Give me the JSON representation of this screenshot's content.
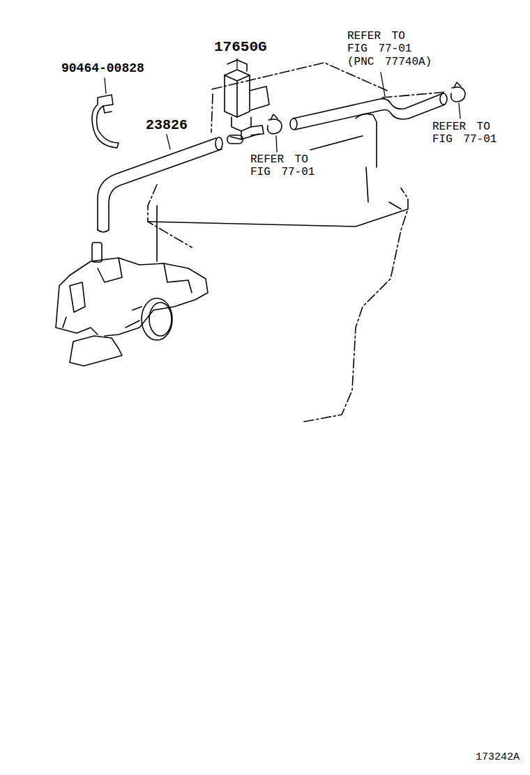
{
  "diagram": {
    "labels": [
      "17650G",
      "90464-00828",
      "23826",
      "REFER TO FIG 77-01 (PNC 77740A)",
      "REFER TO FIG 77-01",
      "REFER TO FIG 77-01",
      "173242A"
    ]
  }
}
